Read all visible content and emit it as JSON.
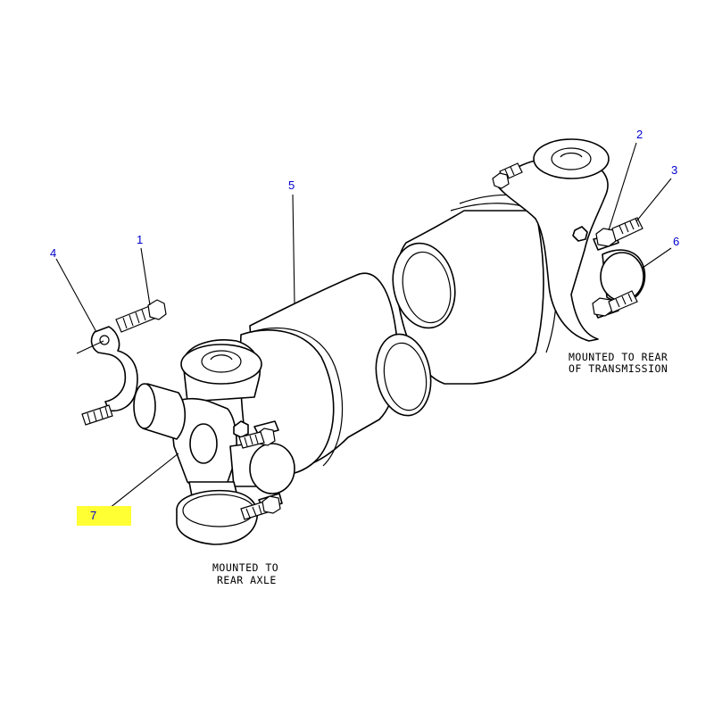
{
  "callouts": [
    {
      "id": "1",
      "label": "1"
    },
    {
      "id": "2",
      "label": "2"
    },
    {
      "id": "3",
      "label": "3"
    },
    {
      "id": "4",
      "label": "4"
    },
    {
      "id": "5",
      "label": "5"
    },
    {
      "id": "6",
      "label": "6"
    },
    {
      "id": "7",
      "label": "7",
      "highlighted": true
    }
  ],
  "notes": {
    "transmission_line1": "MOUNTED TO REAR",
    "transmission_line2": "OF TRANSMISSION",
    "axle_line1": "MOUNTED TO",
    "axle_line2": "REAR AXLE"
  },
  "colors": {
    "callout_text": "#0000cc",
    "highlight": "#ffff33",
    "line": "#000000"
  }
}
